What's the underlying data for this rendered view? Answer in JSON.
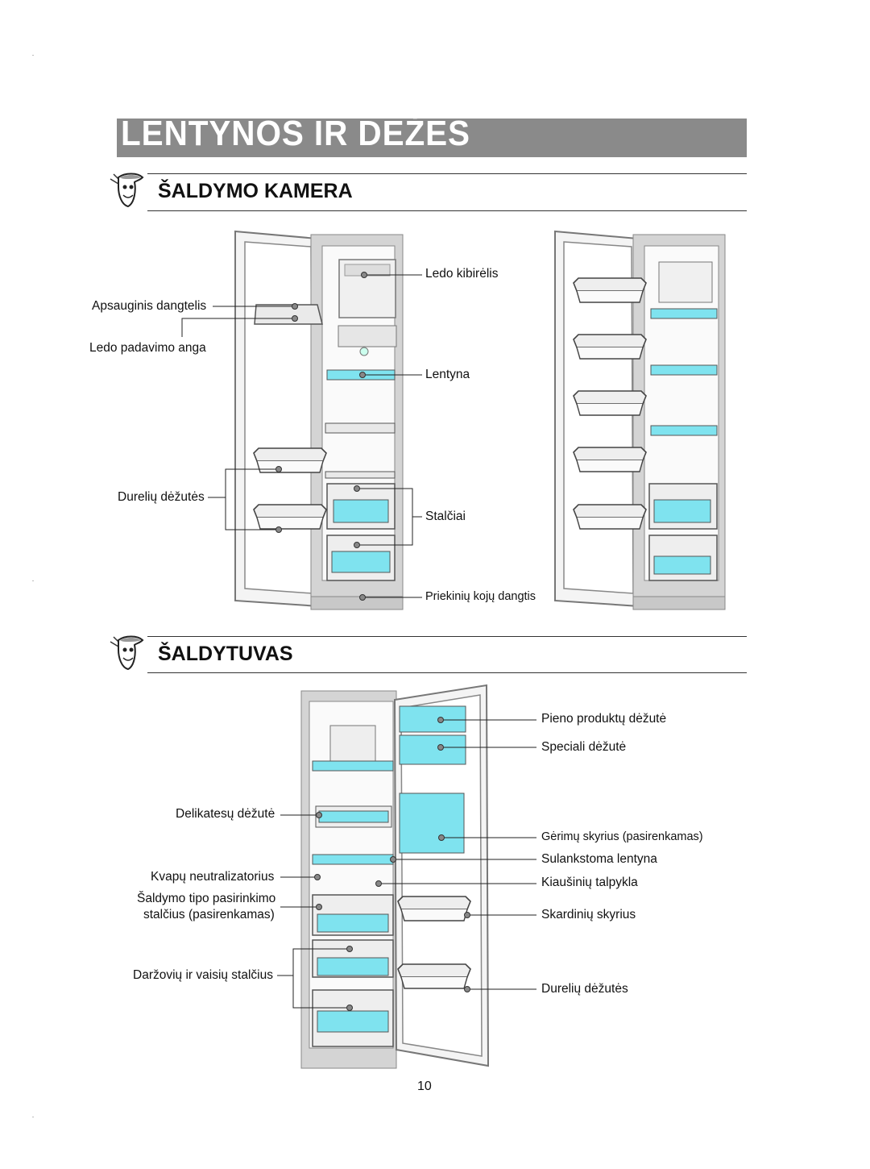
{
  "page": {
    "title": "LENTYNOS IR DĖŽĖS",
    "page_number": "10"
  },
  "sections": {
    "freezer": {
      "title": "ŠALDYMO KAMERA",
      "labels": {
        "ice_bucket": "Ledo kibirėlis",
        "protective_cover": "Apsauginis dangtelis",
        "ice_chute": "Ledo padavimo anga",
        "shelf": "Lentyna",
        "door_bins": "Durelių dėžutės",
        "drawers": "Stalčiai",
        "foot_cover": "Priekinių kojų dangtis"
      }
    },
    "fridge": {
      "title": "ŠALDYTUVAS",
      "labels": {
        "dairy": "Pieno produktų dėžutė",
        "special": "Speciali dėžutė",
        "deli": "Delikatesų dėžutė",
        "beverage": "Gėrimų skyrius (pasirenkamas)",
        "folding_shelf": "Sulankstoma lentyna",
        "deodorizer": "Kvapų neutralizatorius",
        "egg": "Kiaušinių talpykla",
        "cooling_select_1": "Šaldymo tipo pasirinkimo",
        "cooling_select_2": "stalčius (pasirenkamas)",
        "cans": "Skardinių skyrius",
        "veg": "Daržovių ir vaisių stalčius",
        "door_bins": "Durelių dėžutės"
      }
    }
  },
  "colors": {
    "title_band": "#8a8a8a",
    "glass": "#7fe3ef",
    "outline": "#555555",
    "frame": "#9a9a9a"
  },
  "icons": [
    "mascot-icon"
  ]
}
